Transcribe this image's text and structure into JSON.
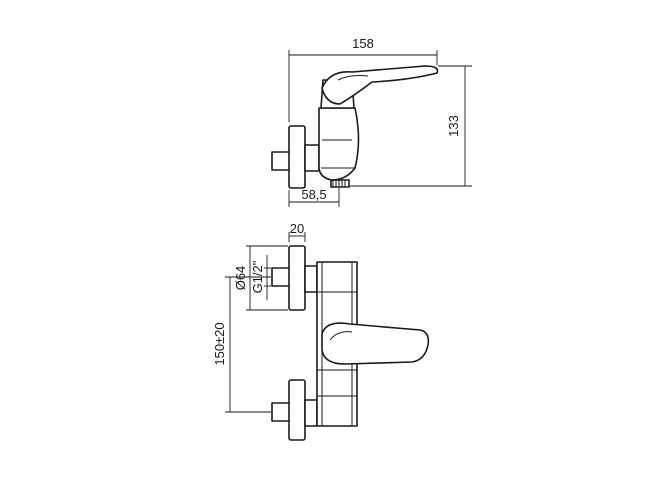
{
  "dimensions": {
    "top_width": "158",
    "top_height": "133",
    "top_depth": "58,5",
    "front_offset": "20",
    "rosette_diameter": "Ø64",
    "thread": "G1/2\"",
    "spacing": "150±20"
  }
}
